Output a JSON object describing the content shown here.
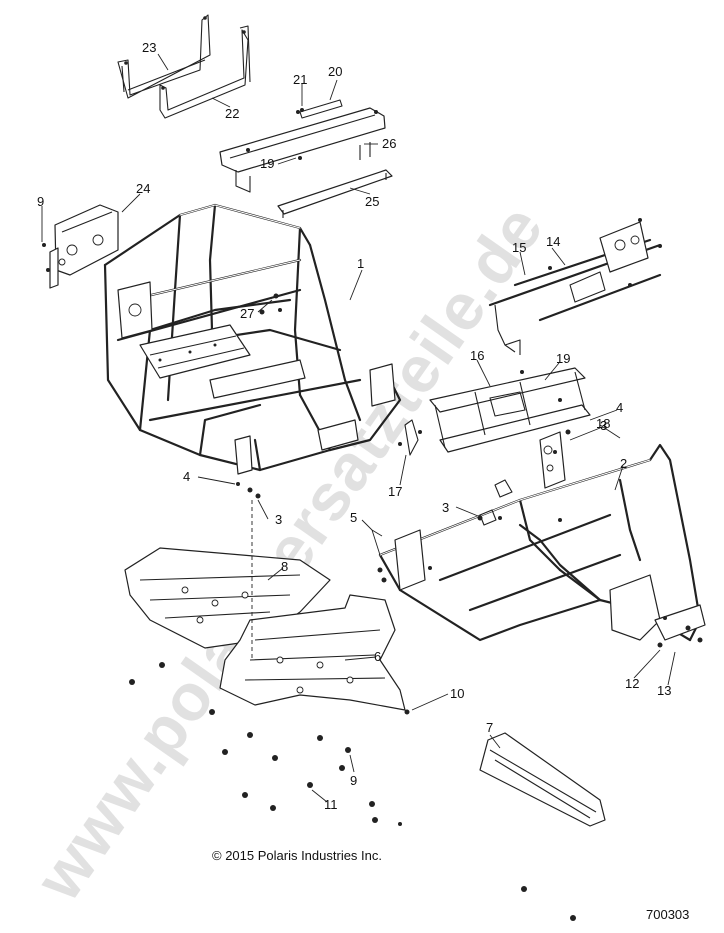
{
  "watermark": "www.polarisersatzteile.de",
  "copyright": "© 2015 Polaris Industries Inc.",
  "document_number": "700303",
  "callouts": [
    "1",
    "2",
    "3",
    "3",
    "3",
    "4",
    "4",
    "5",
    "6",
    "7",
    "8",
    "9",
    "9",
    "10",
    "11",
    "12",
    "13",
    "14",
    "15",
    "16",
    "17",
    "18",
    "19",
    "19",
    "20",
    "21",
    "22",
    "23",
    "24",
    "25",
    "26",
    "27"
  ]
}
